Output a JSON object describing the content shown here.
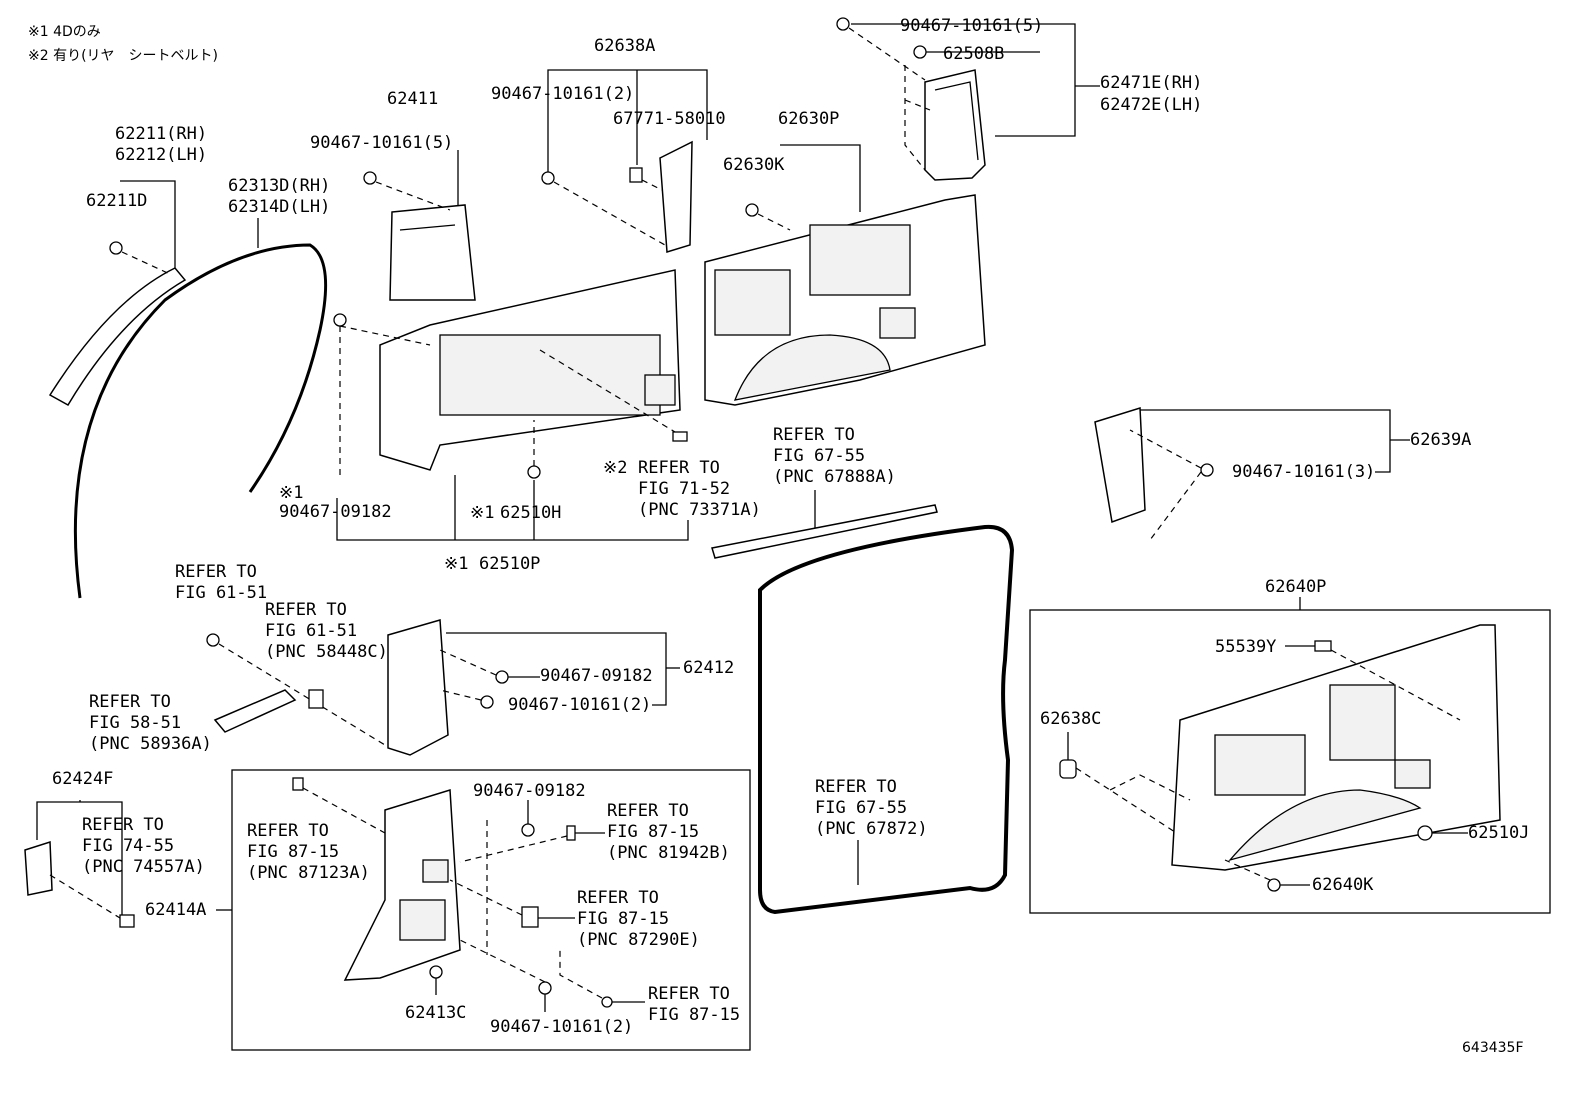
{
  "notes": {
    "note1": "※1 4Dのみ",
    "note2": "※2 有り(リヤ　シートベルト)"
  },
  "figure_id": "643435F",
  "labels": {
    "l_90467_10161_5_top": "90467-10161(5)",
    "l_62508B": "62508B",
    "l_62471E": "62471E(RH)",
    "l_62472E": "62472E(LH)",
    "l_62638A": "62638A",
    "l_90467_10161_2_a": "90467-10161(2)",
    "l_67771_58010": "67771-58010",
    "l_62411": "62411",
    "l_90467_10161_5_b": "90467-10161(5)",
    "l_62630P": "62630P",
    "l_62630K": "62630K",
    "l_62211": "62211(RH)",
    "l_62212": "62212(LH)",
    "l_62211D": "62211D",
    "l_62313D": "62313D(RH)",
    "l_62314D": "62314D(LH)",
    "l_refer_67888A_1": "REFER TO",
    "l_refer_67888A_2": "FIG 67-55",
    "l_refer_67888A_3": "(PNC 67888A)",
    "l_62639A": "62639A",
    "l_90467_10161_3": "90467-10161(3)",
    "l_x2": "※2",
    "l_refer_73371A_1": "REFER TO",
    "l_refer_73371A_2": "FIG 71-52",
    "l_refer_73371A_3": "(PNC 73371A)",
    "l_x1_a": "※1",
    "l_90467_09182_a": "90467-09182",
    "l_x1_b": "※1",
    "l_62510H": "62510H",
    "l_x1_c": "※1",
    "l_62510P": "62510P",
    "l_refer_6151_1": "REFER TO",
    "l_refer_6151_2": "FIG 61-51",
    "l_refer_58448C_1": "REFER TO",
    "l_refer_58448C_2": "FIG 61-51",
    "l_refer_58448C_3": "(PNC 58448C)",
    "l_90467_09182_b": "90467-09182",
    "l_62412": "62412",
    "l_90467_10161_2_b": "90467-10161(2)",
    "l_refer_58936A_1": "REFER TO",
    "l_refer_58936A_2": "FIG 58-51",
    "l_refer_58936A_3": "(PNC 58936A)",
    "l_62640P": "62640P",
    "l_55539Y": "55539Y",
    "l_62638C": "62638C",
    "l_62510J": "62510J",
    "l_62640K": "62640K",
    "l_62424F": "62424F",
    "l_refer_74557A_1": "REFER TO",
    "l_refer_74557A_2": "FIG 74-55",
    "l_refer_74557A_3": "(PNC 74557A)",
    "l_62414A": "62414A",
    "l_90467_09182_c": "90467-09182",
    "l_refer_87123A_1": "REFER TO",
    "l_refer_87123A_2": "FIG 87-15",
    "l_refer_87123A_3": "(PNC 87123A)",
    "l_refer_81942B_1": "REFER TO",
    "l_refer_81942B_2": "FIG 87-15",
    "l_refer_81942B_3": "(PNC 81942B)",
    "l_refer_87290E_1": "REFER TO",
    "l_refer_87290E_2": "FIG 87-15",
    "l_refer_87290E_3": "(PNC 87290E)",
    "l_62413C": "62413C",
    "l_90467_10161_2_c": "90467-10161(2)",
    "l_refer_8715_1": "REFER TO",
    "l_refer_8715_2": "FIG 87-15",
    "l_refer_67872_1": "REFER TO",
    "l_refer_67872_2": "FIG 67-55",
    "l_refer_67872_3": "(PNC 67872)"
  }
}
